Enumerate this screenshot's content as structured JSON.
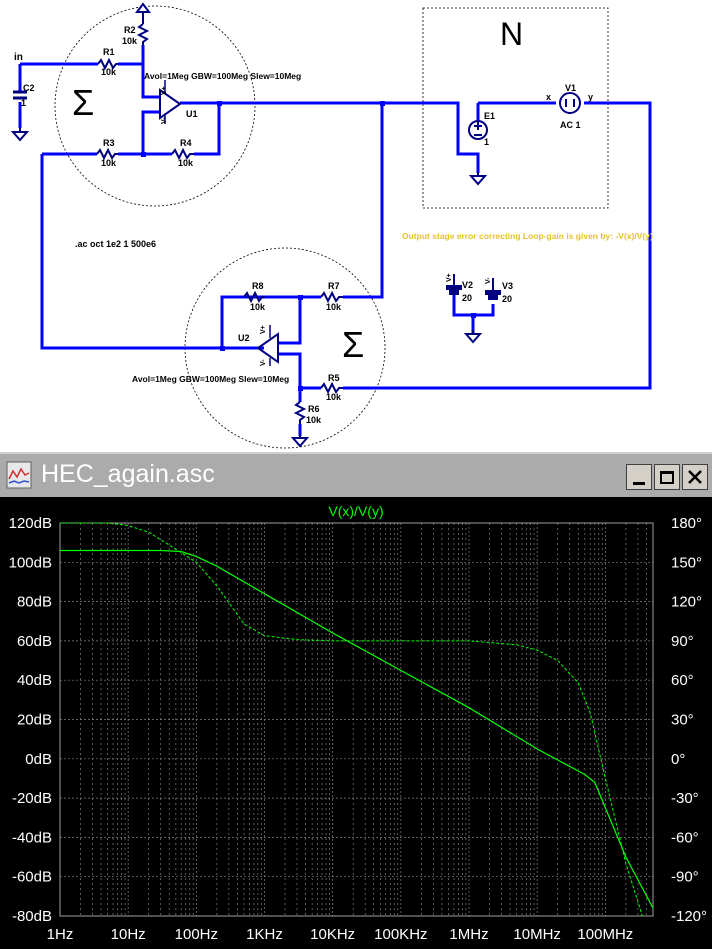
{
  "schematic": {
    "labels": {
      "net_in": "in",
      "c2_name": "C2",
      "c2_value": "1",
      "r1_name": "R1",
      "r1_value": "10k",
      "r2_name": "R2",
      "r2_value": "10k",
      "r3_name": "R3",
      "r3_value": "10k",
      "r4_name": "R4",
      "r4_value": "10k",
      "r5_name": "R5",
      "r5_value": "10k",
      "r6_name": "R6",
      "r6_value": "10k",
      "r7_name": "R7",
      "r7_value": "10k",
      "r8_name": "R8",
      "r8_value": "10k",
      "u1_name": "U1",
      "u2_name": "U2",
      "u1_params": "Avol=1Meg GBW=100Meg Slew=10Meg",
      "u2_params": "Avol=1Meg GBW=100Meg Slew=10Meg",
      "vplus": "V+",
      "vminus": "V-",
      "sum_symbol": "Σ",
      "n_block": "N",
      "e1_name": "E1",
      "e1_value": "1",
      "v1_name": "V1",
      "v1_value": "AC 1",
      "net_x": "x",
      "net_y": "y",
      "v2_name": "V2",
      "v2_value": "20",
      "v3_name": "V3",
      "v3_value": "20",
      "directive": ".ac oct 1e2 1 500e6",
      "comment": "Output stage error correcting Loop-gain is given by: -V(x)/V(y)"
    }
  },
  "plot_window": {
    "title": "HEC_again.asc",
    "trace_label": "V(x)/V(y)",
    "colors": {
      "trace": "#00ff00",
      "grid": "#808080",
      "background": "#000000",
      "titlebar": "#ababab"
    },
    "buttons": {
      "minimize": "minimize",
      "maximize": "maximize",
      "close": "close"
    }
  },
  "chart_data": {
    "type": "line",
    "title": "V(x)/V(y)",
    "x_scale": "log",
    "x_tick_labels": [
      "1Hz",
      "10Hz",
      "100Hz",
      "1KHz",
      "10KHz",
      "100KHz",
      "1MHz",
      "10MHz",
      "100MHz"
    ],
    "x_tick_values": [
      1,
      10,
      100,
      1000,
      10000,
      100000,
      1000000,
      10000000,
      100000000
    ],
    "xlim": [
      1,
      500000000
    ],
    "ylim_left": [
      -80,
      120
    ],
    "y_left_ticks": [
      "120dB",
      "100dB",
      "80dB",
      "60dB",
      "40dB",
      "20dB",
      "0dB",
      "-20dB",
      "-40dB",
      "-60dB",
      "-80dB"
    ],
    "ylim_right": [
      -120,
      180
    ],
    "y_right_ticks": [
      "180°",
      "150°",
      "120°",
      "90°",
      "60°",
      "30°",
      "0°",
      "-30°",
      "-60°",
      "-90°",
      "-120°"
    ],
    "grid": true,
    "series": [
      {
        "name": "magnitude",
        "axis": "left",
        "style": "solid",
        "x": [
          1,
          10,
          30,
          60,
          100,
          200,
          1000,
          10000,
          100000,
          1000000,
          10000000,
          50000000,
          70000000,
          100000000,
          200000000,
          500000000
        ],
        "y": [
          106,
          106,
          106,
          105.5,
          103,
          98,
          84,
          64,
          45,
          26,
          5,
          -8,
          -12,
          -25,
          -50,
          -76
        ]
      },
      {
        "name": "phase",
        "axis": "right",
        "style": "dashed",
        "x": [
          1,
          5,
          10,
          20,
          50,
          100,
          200,
          500,
          1000,
          3000,
          10000,
          100000,
          1000000,
          5000000,
          10000000,
          20000000,
          40000000,
          60000000,
          100000000,
          200000000,
          350000000
        ],
        "y": [
          180,
          180,
          178,
          173,
          160,
          150,
          132,
          103,
          94,
          91,
          90,
          90,
          90,
          87,
          83,
          75,
          58,
          35,
          -15,
          -80,
          -120
        ]
      }
    ]
  }
}
